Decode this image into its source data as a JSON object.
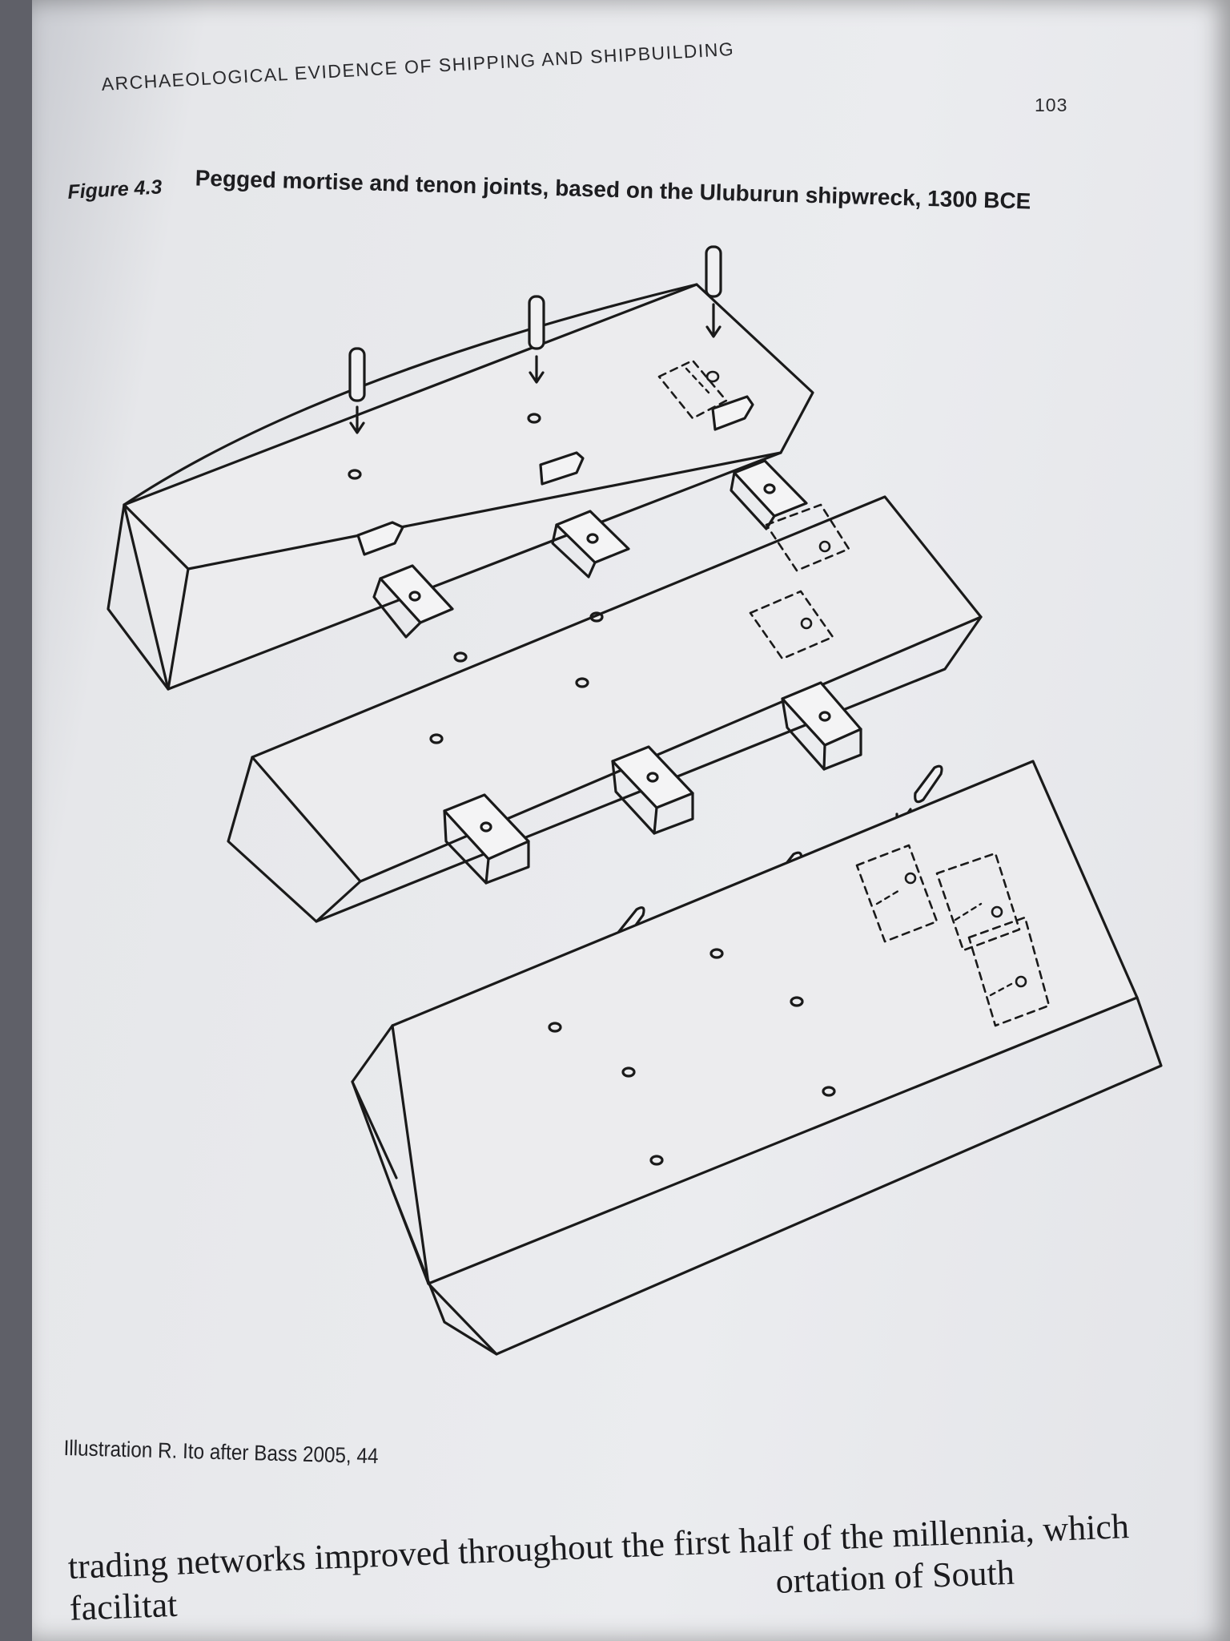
{
  "running_head": "ARCHAEOLOGICAL EVIDENCE OF SHIPPING AND SHIPBUILDING",
  "page_number": "103",
  "figure": {
    "label": "Figure 4.3",
    "title": "Pegged mortise and tenon joints, based on the Uluburun shipwreck, 1300 BCE",
    "credit": "Illustration R. Ito after Bass 2005, 44"
  },
  "body_text": {
    "line1": "trading networks improved throughout the first half of the millennia, which",
    "line2": "facilitat                                                                    ortation of South"
  },
  "colors": {
    "ink": "#1a1a1a",
    "paper": "#e8e9ec"
  }
}
